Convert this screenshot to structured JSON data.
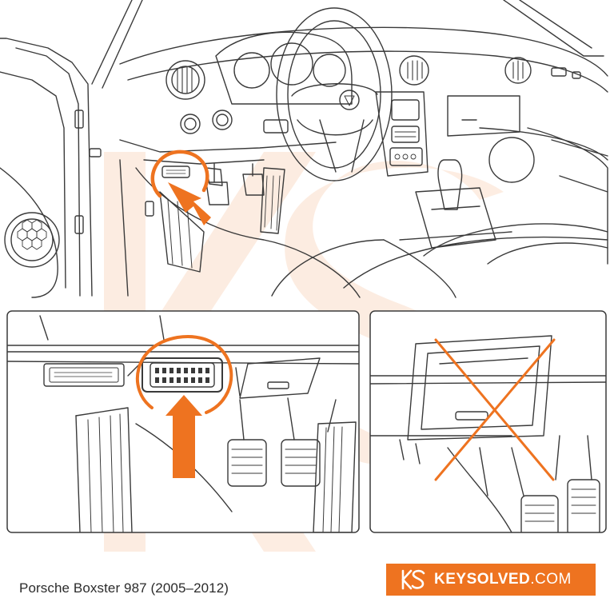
{
  "footer": {
    "caption": "Porsche Boxster 987 (2005–2012)"
  },
  "brand": {
    "name": "KEYSOLVED",
    "suffix": ".COM",
    "logo_icon": "ks-logo-icon"
  },
  "colors": {
    "accent": "#ee7320",
    "line": "#3a3a3a",
    "background": "#ffffff"
  },
  "panels": {
    "main": {
      "icon": "interior-dashboard-illustration"
    },
    "detail_left": {
      "icon": "obd-port-closeup-illustration"
    },
    "detail_right": {
      "icon": "incorrect-location-crossed-illustration"
    }
  }
}
